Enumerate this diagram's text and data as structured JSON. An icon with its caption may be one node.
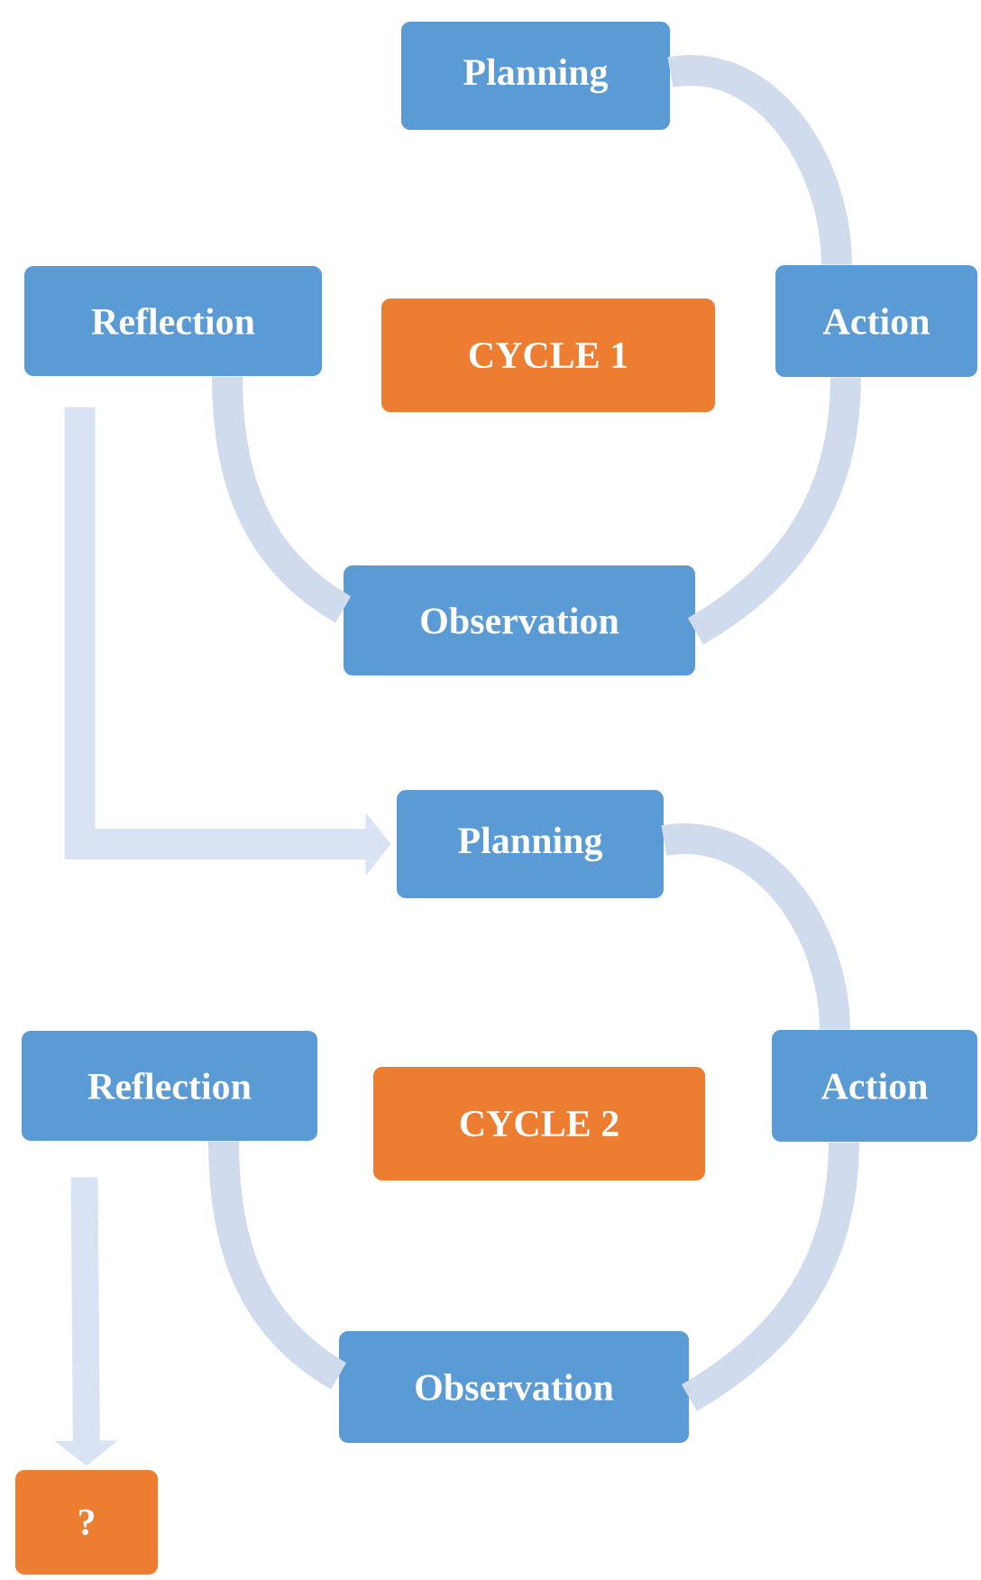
{
  "diagram": {
    "nodes": [
      {
        "text": [
          "Planning"
        ]
      },
      {
        "text": [
          "Reflection"
        ]
      },
      {
        "text": [
          "CYCLE 1"
        ]
      },
      {
        "text": [
          "Action"
        ]
      },
      {
        "text": [
          "Observation"
        ]
      },
      {
        "text": [
          "Planning"
        ]
      },
      {
        "text": [
          "Reflection"
        ]
      },
      {
        "text": [
          "CYCLE 2"
        ]
      },
      {
        "text": [
          "Action"
        ]
      },
      {
        "text": [
          "Observation"
        ]
      },
      {
        "text": [
          "?"
        ]
      }
    ],
    "edges": [
      {
        "from": 0,
        "to": 3,
        "arrow": "none"
      },
      {
        "from": 3,
        "to": 4,
        "arrow": "none"
      },
      {
        "from": 4,
        "to": 1,
        "arrow": "none"
      },
      {
        "from": 1,
        "to": 5,
        "arrow": "to"
      },
      {
        "from": 5,
        "to": 8,
        "arrow": "none"
      },
      {
        "from": 8,
        "to": 9,
        "arrow": "none"
      },
      {
        "from": 9,
        "to": 6,
        "arrow": "none"
      },
      {
        "from": 6,
        "to": 10,
        "arrow": "to"
      }
    ]
  }
}
